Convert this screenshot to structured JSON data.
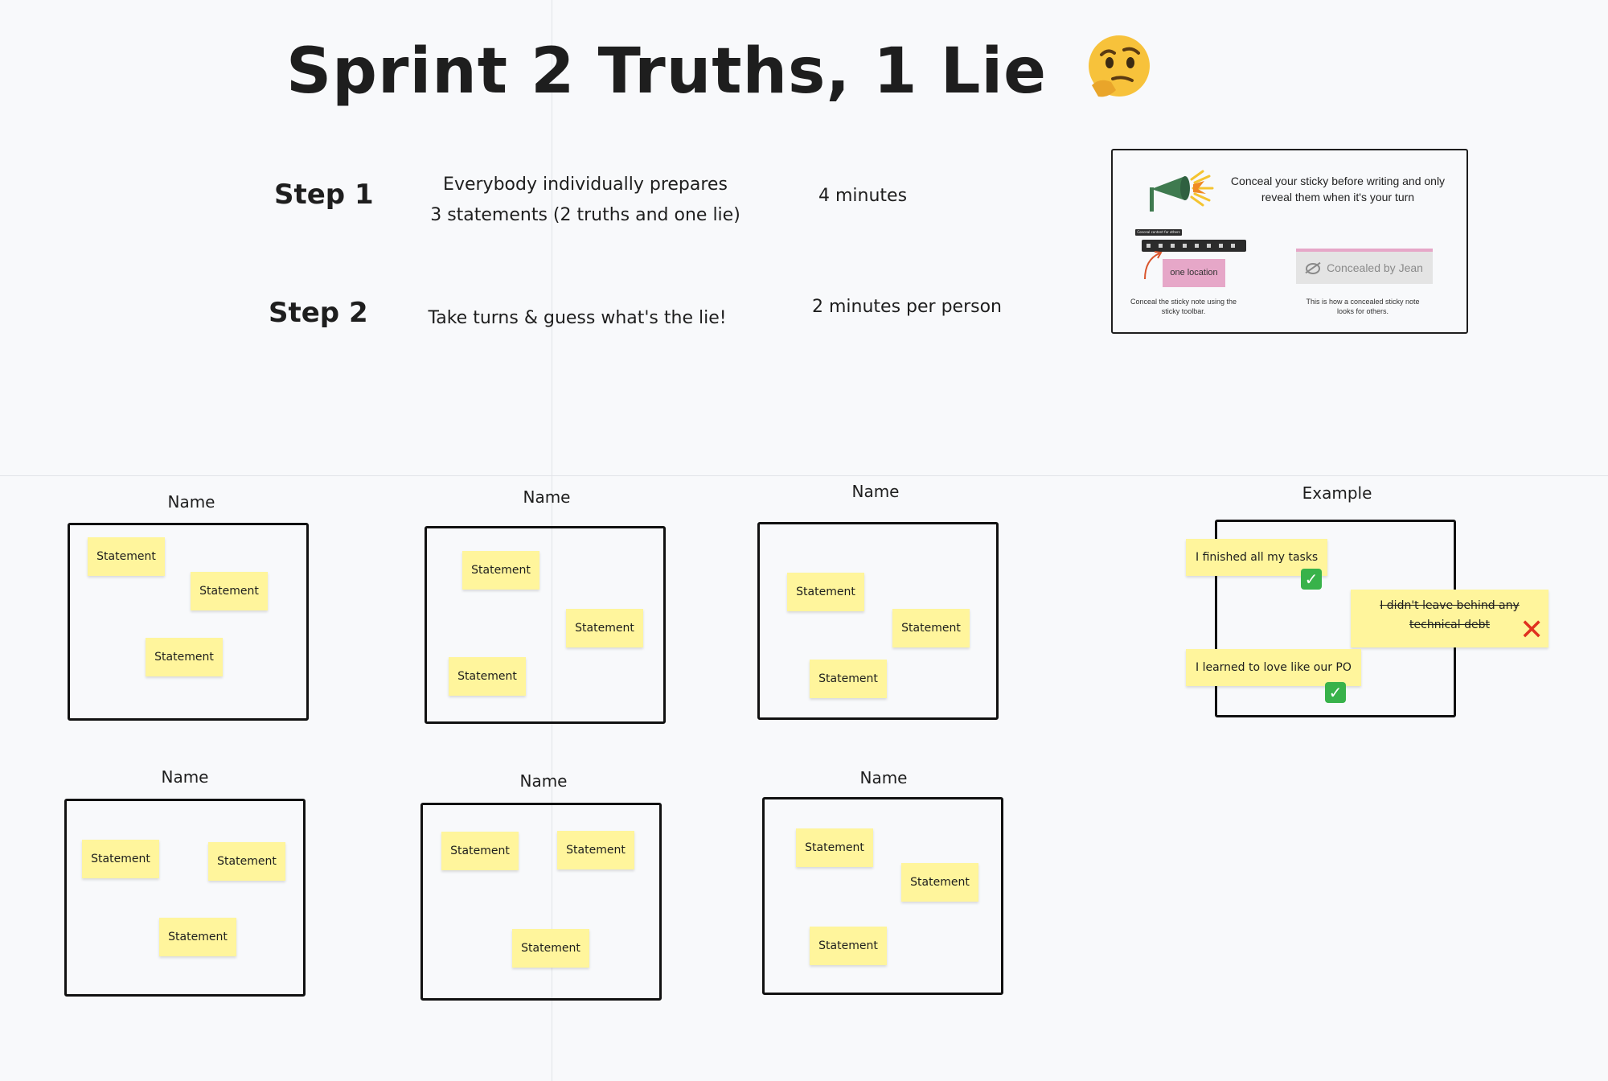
{
  "title": "Sprint 2 Truths, 1 Lie",
  "steps": [
    {
      "label": "Step 1",
      "desc_line1": "Everybody individually prepares",
      "desc_line2": "3 statements (2 truths and one lie)",
      "time": "4 minutes"
    },
    {
      "label": "Step 2",
      "desc_line1": "Take turns & guess what's the lie!",
      "time": "2 minutes per person"
    }
  ],
  "info_card": {
    "text": "Conceal your sticky before writing and only reveal them when it's your turn",
    "toolbar_tooltip": "Conceal content for others",
    "pink_note": "one location",
    "caption_left": "Conceal the sticky note using the sticky toolbar.",
    "concealed_label": "Concealed by Jean",
    "caption_right": "This is how a concealed sticky note looks for others."
  },
  "board_name": "Name",
  "statement": "Statement",
  "example": {
    "label": "Example",
    "truth1": "I finished all my tasks",
    "lie": "I didn't leave behind any technical debt",
    "truth2": "I learned to love like our PO"
  },
  "colors": {
    "sticky": "#fff59c",
    "check": "#38b24a",
    "cross": "#e0311f",
    "concealed_accent": "#e6a7c8"
  }
}
